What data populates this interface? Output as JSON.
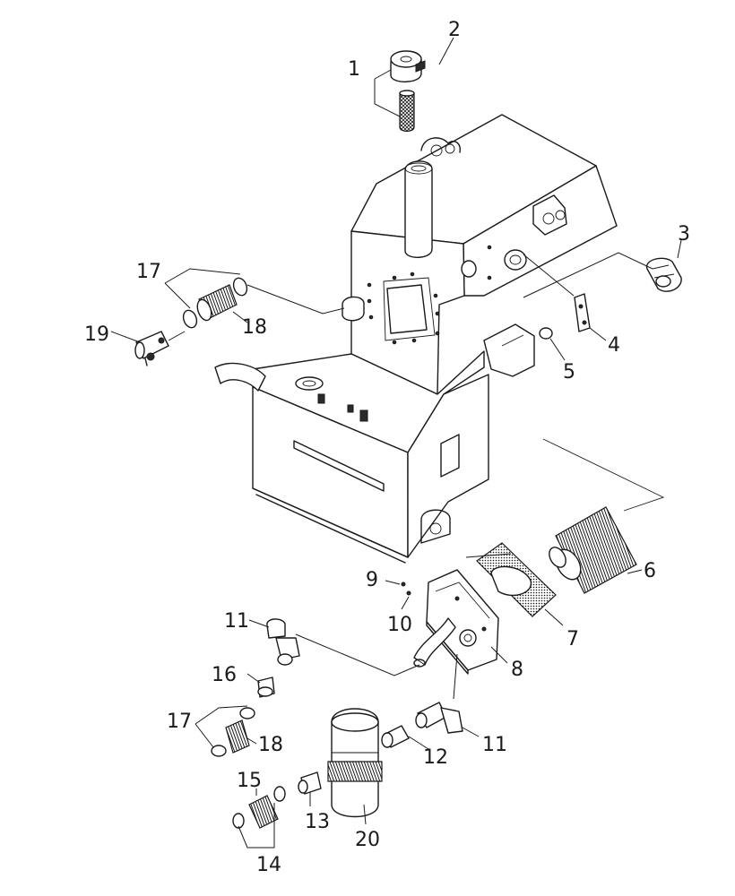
{
  "callouts": {
    "c1": "1",
    "c2": "2",
    "c3": "3",
    "c4": "4",
    "c5": "5",
    "c6": "6",
    "c7": "7",
    "c8": "8",
    "c9": "9",
    "c10": "10",
    "c11a": "11",
    "c11b": "11",
    "c12": "12",
    "c13": "13",
    "c14": "14",
    "c15": "15",
    "c16": "16",
    "c17a": "17",
    "c17b": "17",
    "c18a": "18",
    "c18b": "18",
    "c19": "19",
    "c20": "20"
  },
  "colors": {
    "ink": "#1a1a1a",
    "paper": "#ffffff"
  }
}
